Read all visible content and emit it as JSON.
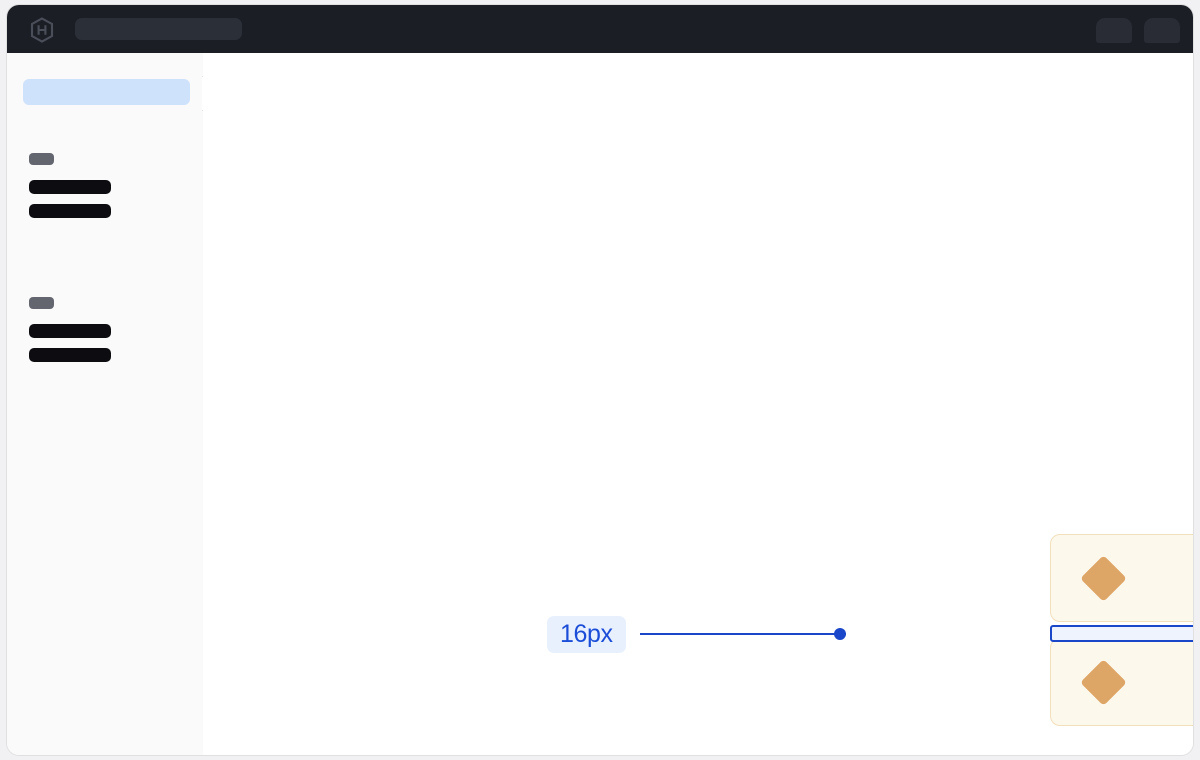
{
  "window": {
    "background_color": "#FFFFFF",
    "page_background_color": "#F1F1F3"
  },
  "header": {
    "background_color": "#1C1E26",
    "logo_icon": "hexagon-logo-icon",
    "search_placeholder_label": "",
    "right_controls": [
      {
        "name": "header-chip-1",
        "label": ""
      },
      {
        "name": "header-chip-2",
        "label": ""
      }
    ]
  },
  "sidebar": {
    "background_color": "#FAFAFB",
    "active_item": {
      "label": "",
      "highlight_color": "#CFE2FB"
    },
    "notch_indicator": {
      "label": ""
    },
    "groups": [
      {
        "label": "",
        "items": [
          {
            "label": ""
          },
          {
            "label": ""
          }
        ]
      },
      {
        "label": "",
        "items": [
          {
            "label": ""
          },
          {
            "label": ""
          }
        ]
      }
    ]
  },
  "main": {
    "cards": [
      {
        "icon": "diamond-icon",
        "icon_color": "#DDA666",
        "primary_line_label": "",
        "secondary_line_label": "",
        "background_color": "#FDF8EC",
        "border_color": "#F2DFBB"
      },
      {
        "icon": "diamond-icon",
        "icon_color": "#DDA666",
        "primary_line_label": "",
        "secondary_line_label": "",
        "background_color": "#FDF8EC",
        "border_color": "#F2DFBB"
      }
    ],
    "measurement": {
      "value_label": "16px",
      "accent_color": "#1A47C9",
      "label_background_color": "#E8F0FE",
      "label_text_color": "#1B4DD8",
      "box_fill_color": "#EEF3FD"
    }
  }
}
